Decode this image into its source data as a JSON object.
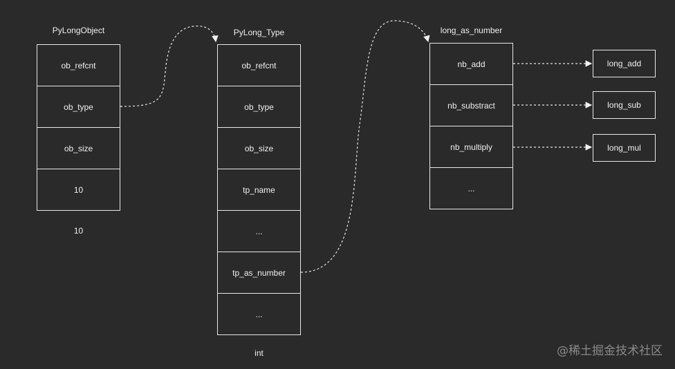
{
  "pylongobject": {
    "title": "PyLongObject",
    "cells": [
      "ob_refcnt",
      "ob_type",
      "ob_size",
      "10"
    ],
    "value_label": "10"
  },
  "pylong_type": {
    "title": "PyLong_Type",
    "cells": [
      "ob_refcnt",
      "ob_type",
      "ob_size",
      "tp_name",
      "...",
      "tp_as_number",
      "..."
    ],
    "type_label": "int"
  },
  "long_as_number": {
    "title": "long_as_number",
    "cells": [
      "nb_add",
      "nb_substract",
      "nb_multiply",
      "..."
    ]
  },
  "functions": {
    "add": "long_add",
    "sub": "long_sub",
    "mul": "long_mul"
  },
  "watermark": "@稀土掘金技术社区"
}
